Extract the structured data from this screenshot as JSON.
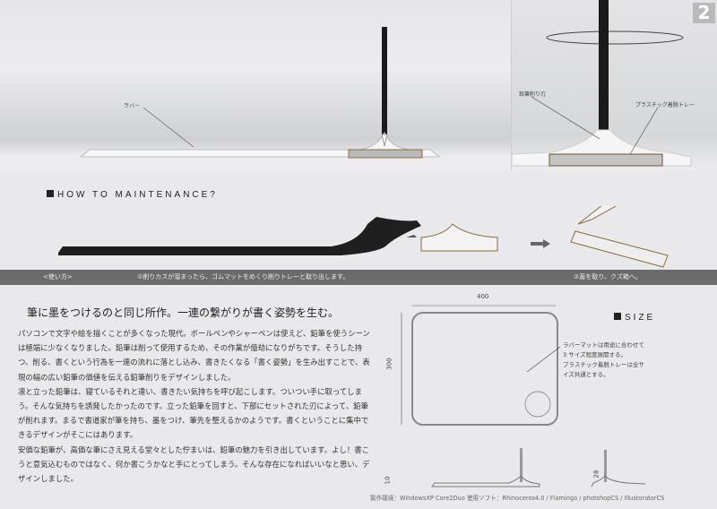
{
  "page_number": "2",
  "labels": {
    "rubber": "ラバー",
    "blade": "鉛筆削り刃",
    "tray": "プラスチック着脱トレー"
  },
  "maintenance": {
    "heading": "HOW TO MAINTENANCE?",
    "usage_label": "<使い方>",
    "step1": "①削りカスが溜まったら、ゴムマットをめくり削りトレーと取り出します。",
    "step2": "②蓋を取り、クズ箱へ。"
  },
  "concept": {
    "title": "筆に墨をつけるのと同じ所作。一連の繋がりが書く姿勢を生む。",
    "paragraphs": [
      "パソコンで文字や絵を描くことが多くなった現代。ボールペンやシャーペンは使えど、鉛筆を使うシーンは極端に少なくなりました。鉛筆は削って使用するため、その作業が億劫になりがちです。そうした持つ、削る、書くという行為を一連の流れに落とし込み、書きたくなる「書く姿勢」を生み出すことで、表現の幅の広い鉛筆の価値を伝える鉛筆削りをデザインしました。",
      "凛と立った鉛筆は、寝ているそれと違い、書きたい気持ちを呼び起こします。ついつい手に取ってしまう。そんな気持ちを誘発したかったのです。立った鉛筆を回すと、下部にセットされた刃によって、鉛筆が削れます。まるで書道家が筆を持ち、墨をつけ、筆先を整えるかのようです。書くということに集中できるデザインがそこにはあります。",
      "安価な鉛筆が、高価な筆にさえ見える堂々とした佇まいは、鉛筆の魅力を引き出しています。よし！書こうと意気込むものではなく、何か書こうかなと手にとってしまう。そんな存在になればいいなと思い、デザインしました。"
    ]
  },
  "size": {
    "heading": "SIZE",
    "width": "400",
    "depth": "300",
    "height_flat": "10",
    "height_base": "28",
    "note": [
      "ラバーマットは用途に合わせて",
      "3 サイズ程度展開する。",
      "プラスチック着脱トレーは全サ",
      "イズ共通とする。"
    ]
  },
  "footer": "製作環境：WindowsXP Core2Duo 使用ソフト：Rhinoceros4.0  / Flamingo /  photshopCS / IllustoratorCS"
}
